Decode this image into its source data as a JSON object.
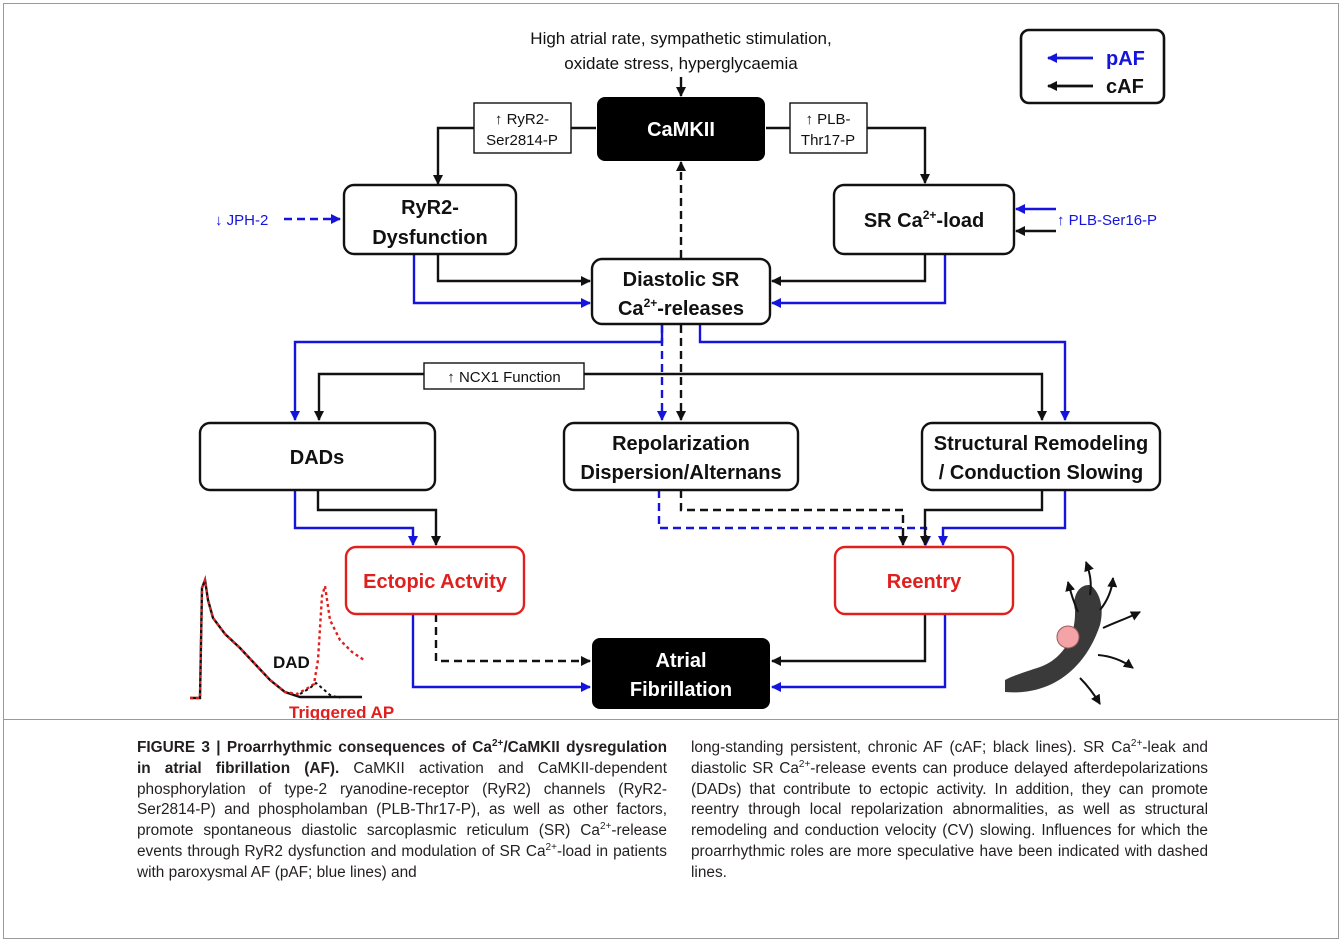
{
  "diagram": {
    "inputs": [
      "High atrial rate, sympathetic stimulation,",
      "oxidate stress, hyperglycaemia"
    ],
    "legend": {
      "pAF": "pAF",
      "cAF": "cAF"
    },
    "colors": {
      "pAF": "#1414dc",
      "cAF": "#111111",
      "red": "#e0201e",
      "black_box": "#000000"
    },
    "nodes": {
      "camkii": "CaMKII",
      "ryr2_dys": [
        "RyR2-",
        "Dysfunction"
      ],
      "sr_load": "SR Ca",
      "sr_load_sup": "2+",
      "sr_load_suffix": "-load",
      "diastolic": [
        "Diastolic SR",
        "Ca",
        "2+",
        "-releases"
      ],
      "dads": "DADs",
      "repol": [
        "Repolarization",
        "Dispersion/Alternans"
      ],
      "structural": [
        "Structural Remodeling",
        "/ Conduction Slowing"
      ],
      "ectopic": "Ectopic Actvity",
      "reentry": "Reentry",
      "af": [
        "Atrial",
        "Fibrillation"
      ]
    },
    "labels": {
      "ryr2_p": [
        "↑ RyR2-",
        "Ser2814-P"
      ],
      "plb_p": [
        "↑ PLB-",
        "Thr17-P"
      ],
      "jph2": "↓ JPH-2",
      "plb_ser16": "↑ PLB-Ser16-P",
      "ncx1": "↑ NCX1 Function",
      "dad": "DAD",
      "triggered_ap": "Triggered AP"
    }
  },
  "caption": {
    "title_parts": [
      "FIGURE 3 | Proarrhythmic consequences of Ca",
      "2+",
      "/CaMKII dysregulation in atrial fibrillation (AF)."
    ],
    "left_body_1": " CaMKII activation and CaMKII-dependent phosphorylation of type-2 ryanodine-receptor (RyR2) channels (RyR2-Ser2814-P) and phospholamban (PLB-Thr17-P), as well as other factors, promote spontaneous diastolic sarcoplasmic reticulum (SR) Ca",
    "left_sup_1": "2+",
    "left_body_2": "-release events through RyR2 dysfunction and modulation of SR Ca",
    "left_sup_2": "2+",
    "left_body_3": "-load in patients with paroxysmal AF (pAF; blue lines) and",
    "right_body_1": "long-standing persistent, chronic AF (cAF; black lines). SR Ca",
    "right_sup_1": "2+",
    "right_body_2": "-leak and diastolic SR Ca",
    "right_sup_2": "2+",
    "right_body_3": "-release events can produce delayed afterdepolarizations (DADs) that contribute to ectopic activity. In addition, they can promote reentry through local repolarization abnormalities, as well as structural remodeling and conduction velocity (CV) slowing. Influences for which the proarrhythmic roles are more speculative have been indicated with dashed lines."
  }
}
